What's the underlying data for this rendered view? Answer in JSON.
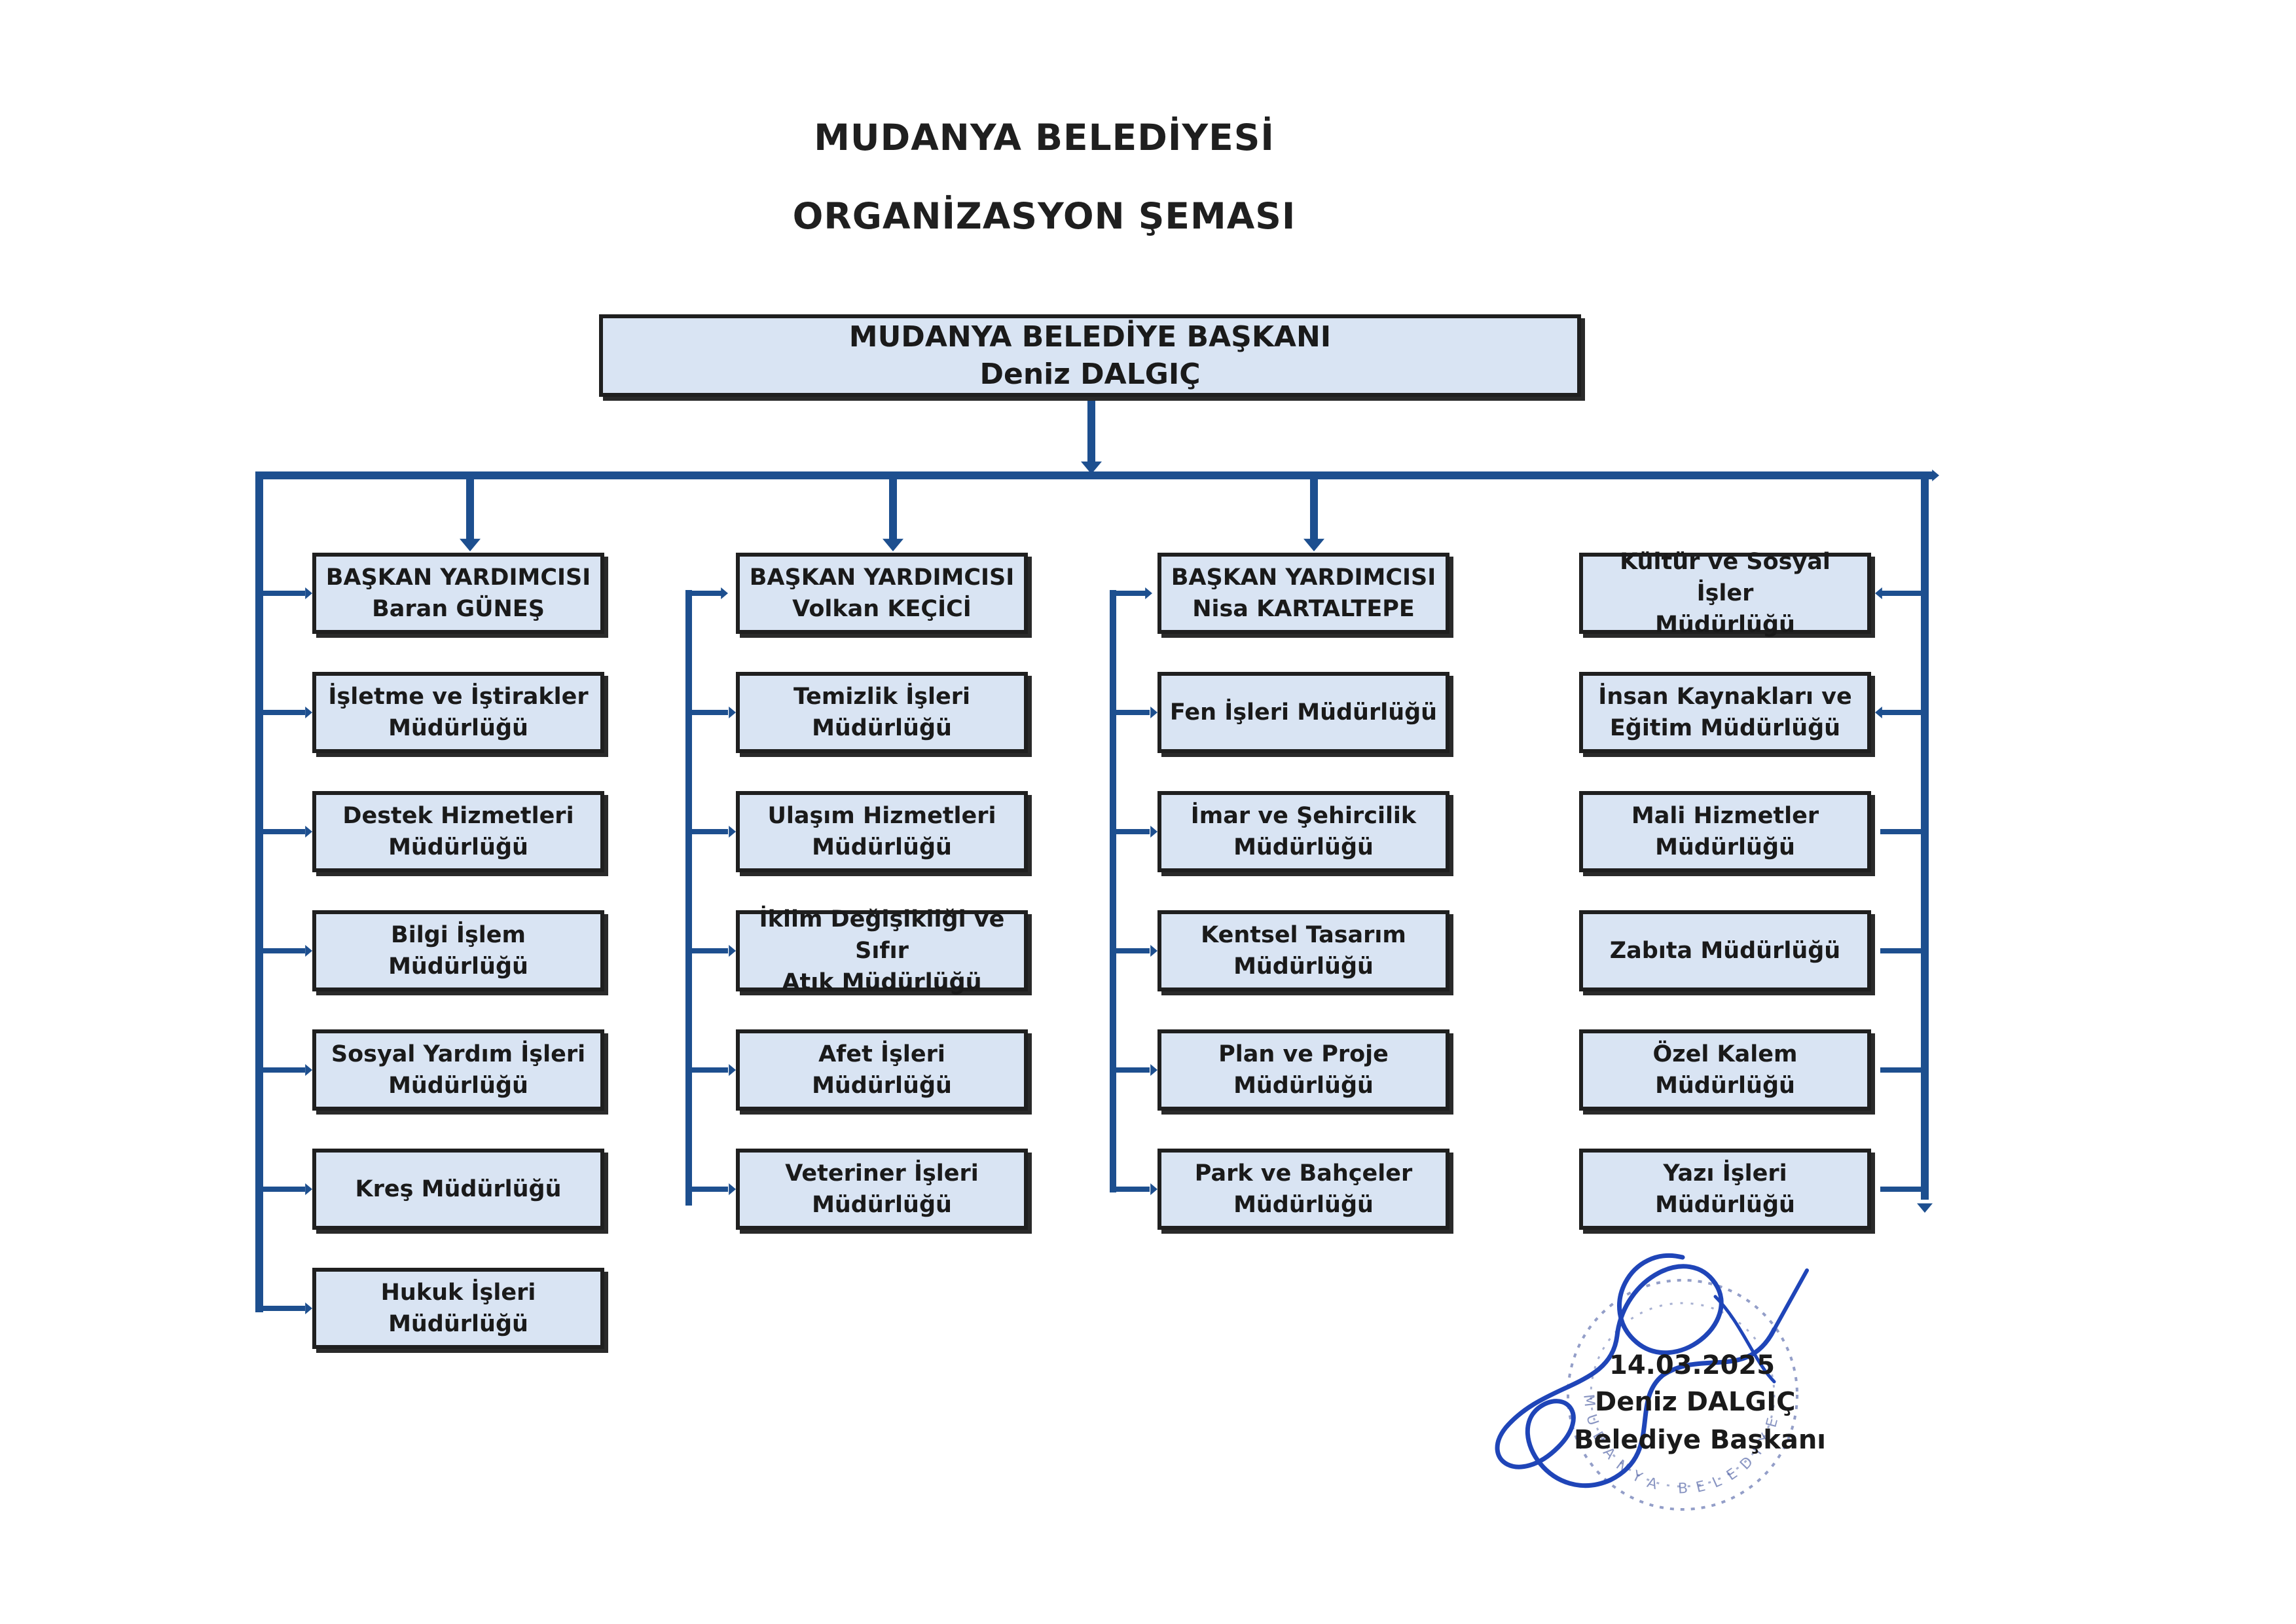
{
  "header": {
    "title": "MUDANYA BELEDİYESİ",
    "subtitle": "ORGANİZASYON ŞEMASI"
  },
  "mayor": {
    "title": "MUDANYA BELEDİYE BAŞKANI",
    "name": "Deniz DALGIÇ"
  },
  "columns": [
    [
      {
        "line1": "BAŞKAN YARDIMCISI",
        "line2": "Baran GÜNEŞ"
      },
      {
        "line1": "İşletme ve İştirakler",
        "line2": "Müdürlüğü"
      },
      {
        "line1": "Destek Hizmetleri",
        "line2": "Müdürlüğü"
      },
      {
        "line1": "Bilgi İşlem Müdürlüğü",
        "line2": ""
      },
      {
        "line1": "Sosyal Yardım İşleri",
        "line2": "Müdürlüğü"
      },
      {
        "line1": "Kreş Müdürlüğü",
        "line2": ""
      },
      {
        "line1": "Hukuk İşleri Müdürlüğü",
        "line2": ""
      }
    ],
    [
      {
        "line1": "BAŞKAN YARDIMCISI",
        "line2": "Volkan KEÇİCİ"
      },
      {
        "line1": "Temizlik İşleri",
        "line2": "Müdürlüğü"
      },
      {
        "line1": "Ulaşım Hizmetleri",
        "line2": "Müdürlüğü"
      },
      {
        "line1": "İklim Değişikliği ve Sıfır",
        "line2": "Atık Müdürlüğü"
      },
      {
        "line1": "Afet İşleri Müdürlüğü",
        "line2": ""
      },
      {
        "line1": "Veteriner İşleri",
        "line2": "Müdürlüğü"
      }
    ],
    [
      {
        "line1": "BAŞKAN YARDIMCISI",
        "line2": "Nisa KARTALTEPE"
      },
      {
        "line1": "Fen İşleri Müdürlüğü",
        "line2": ""
      },
      {
        "line1": "İmar ve Şehircilik",
        "line2": "Müdürlüğü"
      },
      {
        "line1": "Kentsel Tasarım",
        "line2": "Müdürlüğü"
      },
      {
        "line1": "Plan ve Proje",
        "line2": "Müdürlüğü"
      },
      {
        "line1": "Park ve Bahçeler",
        "line2": "Müdürlüğü"
      }
    ],
    [
      {
        "line1": "Kültür ve Sosyal İşler",
        "line2": "Müdürlüğü"
      },
      {
        "line1": "İnsan Kaynakları ve",
        "line2": "Eğitim Müdürlüğü"
      },
      {
        "line1": "Mali Hizmetler",
        "line2": "Müdürlüğü"
      },
      {
        "line1": "Zabıta Müdürlüğü",
        "line2": ""
      },
      {
        "line1": "Özel Kalem Müdürlüğü",
        "line2": ""
      },
      {
        "line1": "Yazı İşleri Müdürlüğü",
        "line2": ""
      }
    ]
  ],
  "signature": {
    "date": "14.03.2025",
    "name": "Deniz DALGIÇ",
    "role": "Belediye Başkanı",
    "seal_text": "MUDANYA BELEDİYE BAŞKANLIĞI"
  },
  "colors": {
    "connector": "#1d4f8f",
    "box_fill": "#d9e4f3",
    "ink_blue": "#1f45b8"
  }
}
